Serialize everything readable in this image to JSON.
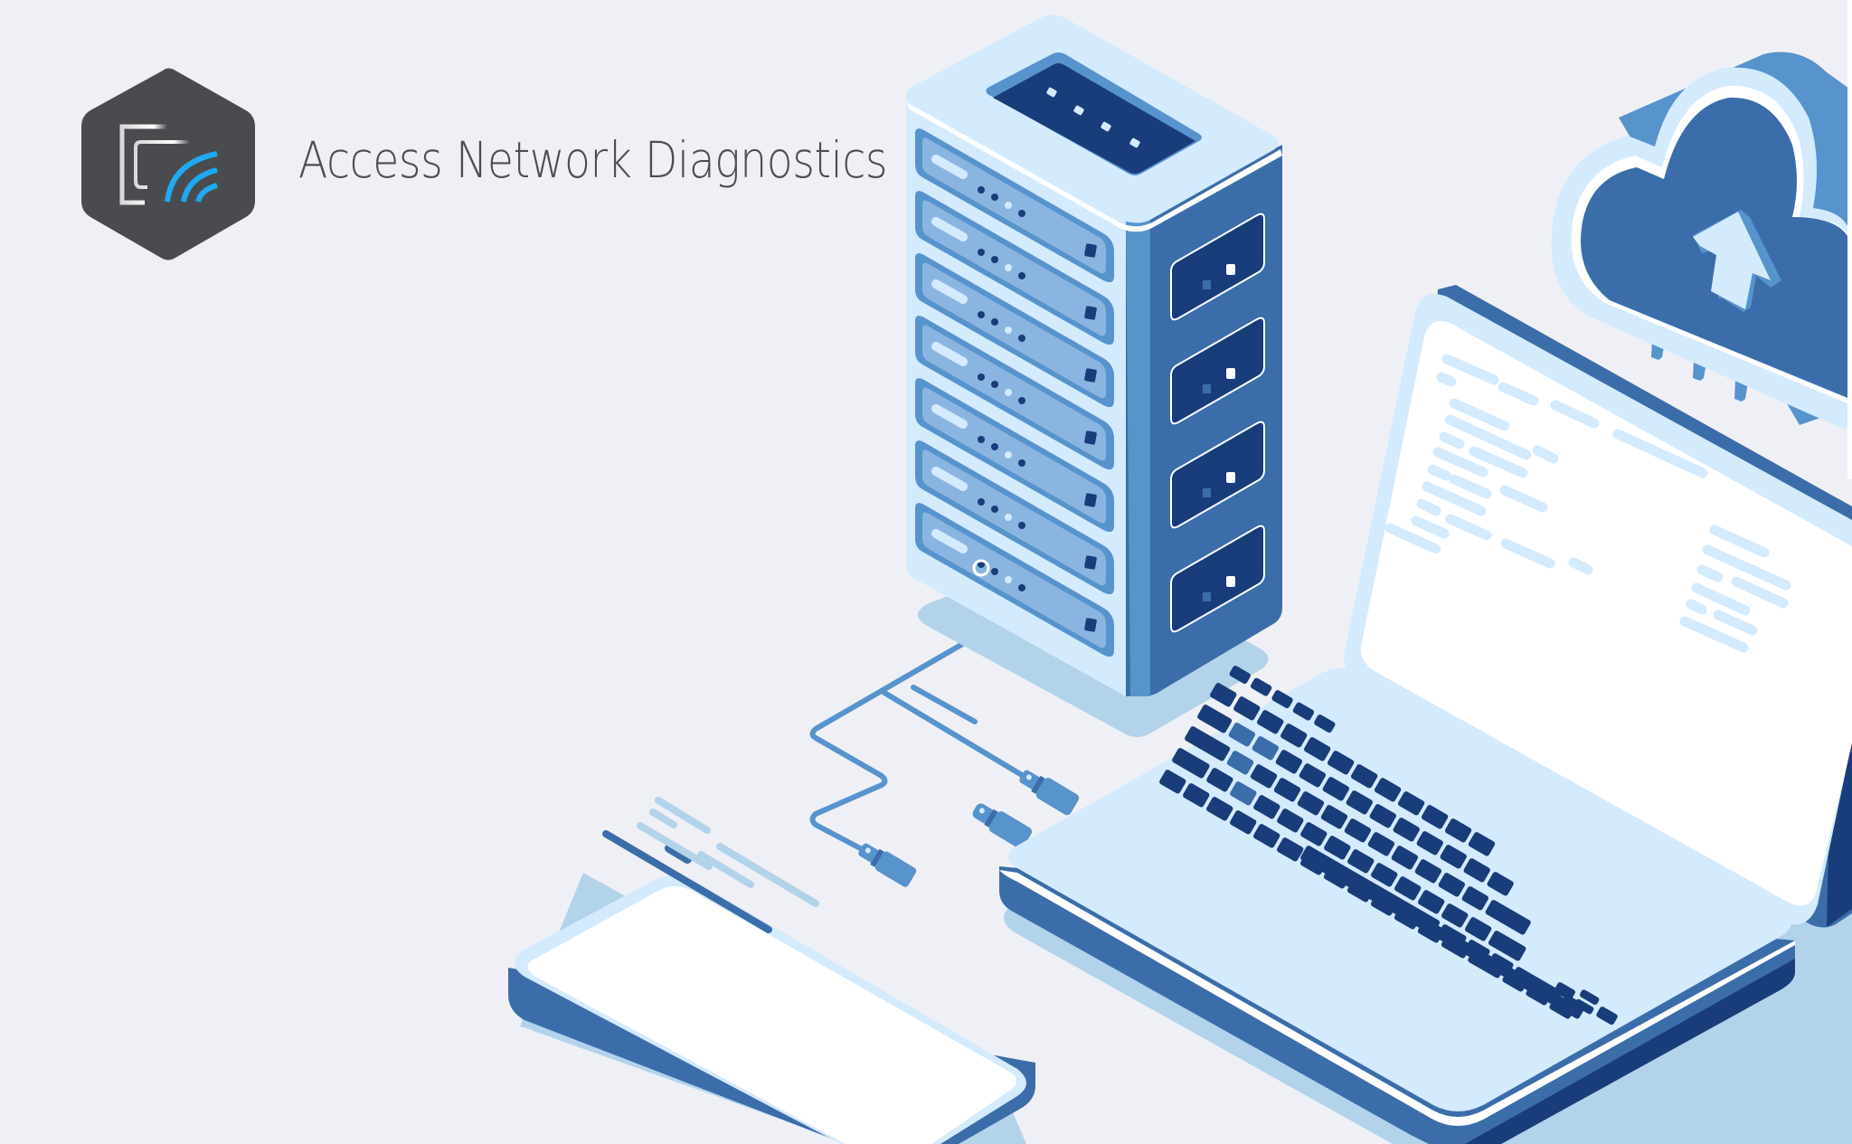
{
  "header": {
    "title": "Access Network Diagnostics",
    "logo_icon": "cast-wireless-icon"
  },
  "illustration": {
    "elements": [
      "server-rack",
      "cloud-upload",
      "laptop",
      "tablet",
      "network-cables"
    ],
    "server_top_indicator_count": 4,
    "server_unit_count": 7,
    "cloud_connector_count": 3
  },
  "colors": {
    "background": "#eff0f5",
    "logo_bg": "#4a4b4e",
    "logo_accent": "#1fa9f2",
    "title_text": "#4b4d52",
    "light_blue": "#d4eafd",
    "mid_blue": "#5793cd",
    "steel_blue": "#3b6daa",
    "dark_navy": "#193c7a",
    "shadow_blue": "#b2d3ea",
    "panel_blue": "#8ab5e0",
    "white": "#ffffff"
  }
}
